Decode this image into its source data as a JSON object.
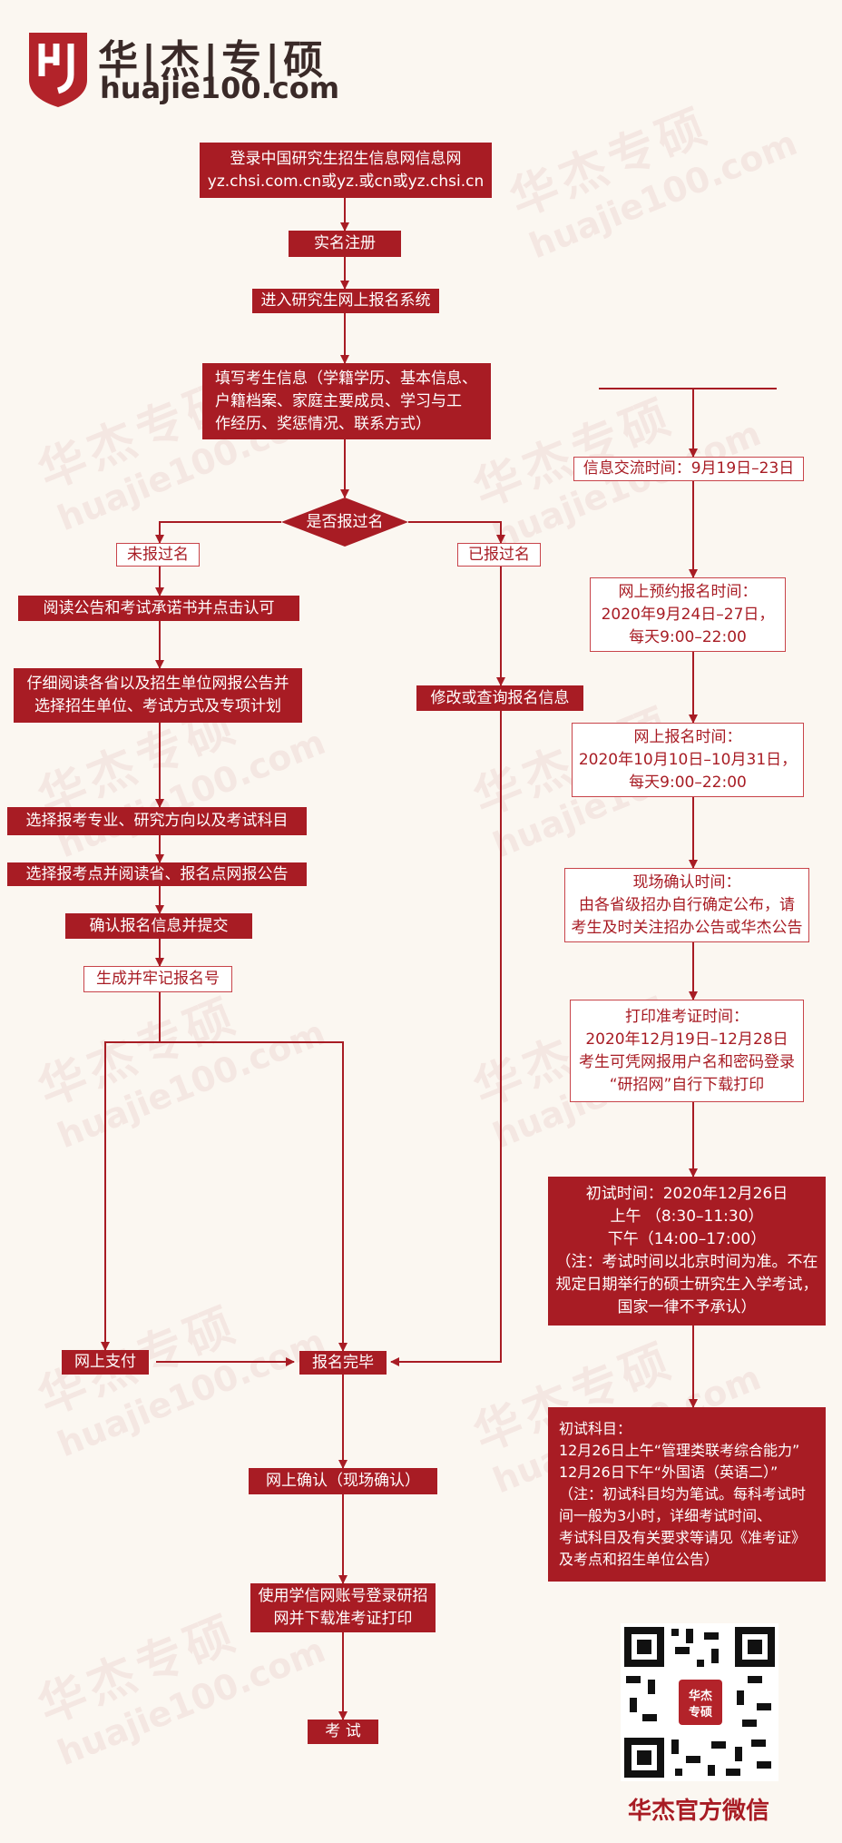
{
  "brand": {
    "cn": "华|杰|专|硕",
    "url": "huajie100.com",
    "watermark_cn": "华杰专硕",
    "watermark_en": "huajie100.com",
    "qr_badge": "华杰\n专硕"
  },
  "left_flow": {
    "b1": "登录中国研究生招生信息网信息网\nyz.chsi.com.cn或yz.或cn或yz.chsi.cn",
    "b2": "实名注册",
    "b3": "进入研究生网上报名系统",
    "b4": "填写考生信息（学籍学历、基本信息、\n户籍档案、家庭主要成员、学习与工\n作经历、奖惩情况、联系方式）",
    "decision": "是否报过名",
    "not_registered": "未报过名",
    "registered": "已报过名",
    "n1": "阅读公告和考试承诺书并点击认可",
    "n2": "仔细阅读各省以及招生单位网报公告并\n选择招生单位、考试方式及专项计划",
    "n3": "选择报考专业、研究方向以及考试科目",
    "n4": "选择报考点并阅读省、报名点网报公告",
    "n5": "确认报名信息并提交",
    "n6": "生成并牢记报名号",
    "modify": "修改或查询报名信息",
    "pay": "网上支付",
    "done": "报名完毕",
    "confirm": "网上确认（现场确认）",
    "print": "使用学信网账号登录研招\n网并下载准考证打印",
    "exam": "考  试"
  },
  "right_flow": {
    "r1": "信息交流时间：9月19日–23日",
    "r2": "网上预约报名时间：\n2020年9月24日–27日，\n每天9:00–22:00",
    "r3": "网上报名时间：\n2020年10月10日–10月31日，\n每天9:00–22:00",
    "r4": "现场确认时间：\n由各省级招办自行确定公布，请\n考生及时关注招办公告或华杰公告",
    "r5": "打印准考证时间：\n2020年12月19日–12月28日\n考生可凭网报用户名和密码登录\n“研招网”自行下载打印",
    "r6": "初试时间：2020年12月26日\n上午  （8:30–11:30）\n下午（14:00–17:00）\n（注：考试时间以北京时间为准。不在\n规定日期举行的硕士研究生入学考试，\n国家一律不予承认）",
    "r7": "初试科目：\n12月26日上午“管理类联考综合能力”\n12月26日下午“外国语（英语二）”\n（注：初试科目均为笔试。每科考试时\n间一般为3小时，详细考试时间、\n考试科目及有关要求等请见《准考证》\n及考点和招生单位公告）"
  },
  "qr": {
    "label": "华杰官方微信"
  },
  "colors": {
    "accent": "#a81c24",
    "background": "#fbf7f1"
  }
}
